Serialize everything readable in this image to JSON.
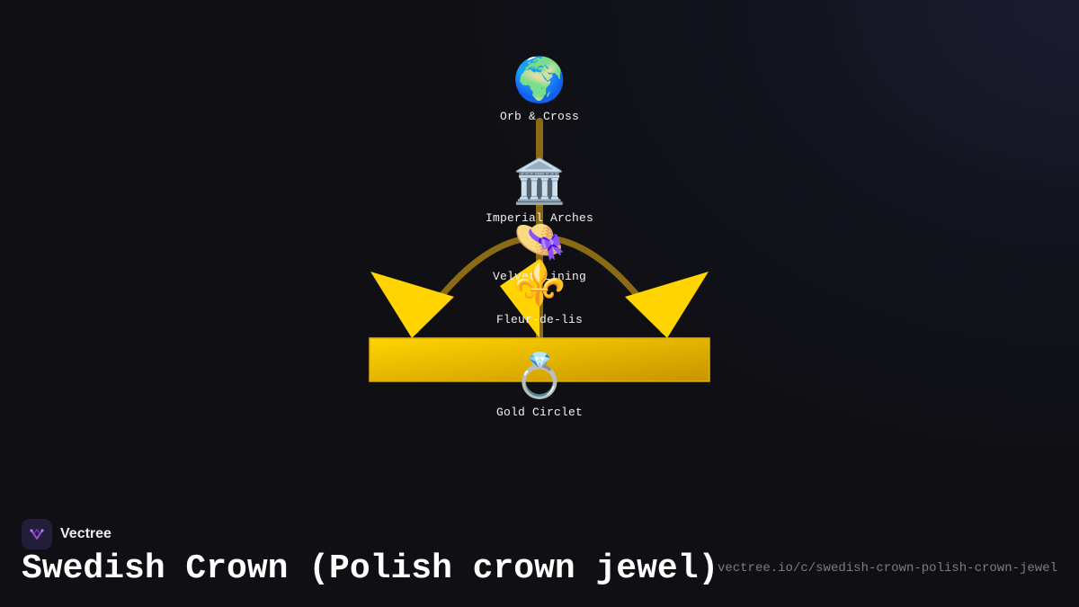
{
  "diagram": {
    "colors": {
      "gold": "#ffd200",
      "gold_dark": "#c79300",
      "connector": "#8a6a14"
    },
    "nodes": [
      {
        "id": "orb",
        "label": "Orb & Cross",
        "icon": "globe-icon",
        "emoji": "🌍"
      },
      {
        "id": "arches",
        "label": "Imperial Arches",
        "icon": "classical-building-icon",
        "emoji": "🏛️"
      },
      {
        "id": "velvet",
        "label": "Velvet Lining",
        "icon": "velvet-hat-icon",
        "emoji": "👒"
      },
      {
        "id": "fleur",
        "label": "Fleur-de-lis",
        "icon": "fleur-de-lis-icon",
        "emoji": "⚜️"
      },
      {
        "id": "circlet",
        "label": "Gold Circlet",
        "icon": "ring-icon",
        "emoji": "💍"
      }
    ]
  },
  "footer": {
    "brand_name": "Vectree",
    "brand_icon": "vectree-logo-icon",
    "title": "Swedish Crown (Polish crown jewel)",
    "url": "vectree.io/c/swedish-crown-polish-crown-jewel"
  }
}
